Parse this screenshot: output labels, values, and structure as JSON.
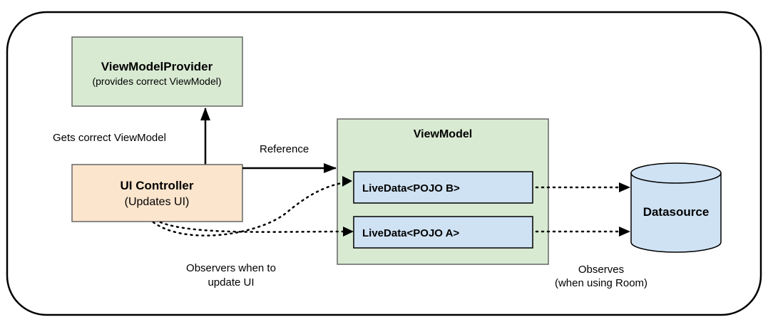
{
  "provider": {
    "title": "ViewModelProvider",
    "subtitle": "(provides correct ViewModel)"
  },
  "ui_controller": {
    "title": "UI Controller",
    "subtitle": "(Updates UI)"
  },
  "viewmodel": {
    "title": "ViewModel",
    "livedata_b": "LiveData<POJO B>",
    "livedata_a": "LiveData<POJO A>"
  },
  "datasource": {
    "title": "Datasource"
  },
  "labels": {
    "gets_viewmodel": "Gets correct ViewModel",
    "reference": "Reference",
    "observers_line1": "Observers when to",
    "observers_line2": "update UI",
    "observes_line1": "Observes",
    "observes_line2": "(when using Room)"
  },
  "colors": {
    "provider_fill": "#d9ead3",
    "viewmodel_fill": "#d9ead3",
    "controller_fill": "#fce5cd",
    "livedata_fill": "#cfe2f3",
    "datasource_fill": "#cfe2f3",
    "stroke": "#000000"
  }
}
